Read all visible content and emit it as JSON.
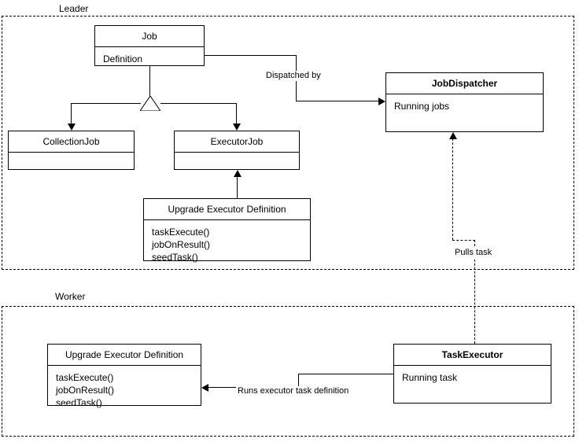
{
  "diagram": {
    "title": "Leader / Worker job execution class diagram",
    "line_color": "#000000",
    "background": "#ffffff"
  },
  "groups": [
    {
      "id": "leader",
      "label": "Leader"
    },
    {
      "id": "worker",
      "label": "Worker"
    }
  ],
  "classes": {
    "job": {
      "name": "Job",
      "bold_title": false,
      "members": [
        "Definition"
      ]
    },
    "job_dispatcher": {
      "name": "JobDispatcher",
      "bold_title": true,
      "members": [
        "Running jobs"
      ]
    },
    "collection_job": {
      "name": "CollectionJob",
      "bold_title": false,
      "members": []
    },
    "executor_job": {
      "name": "ExecutorJob",
      "bold_title": false,
      "members": []
    },
    "leader_upgrade_definition": {
      "name": "Upgrade Executor Definition",
      "bold_title": false,
      "members": [
        "taskExecute()",
        "jobOnResult()",
        "seedTask()"
      ]
    },
    "worker_upgrade_definition": {
      "name": "Upgrade Executor Definition",
      "bold_title": false,
      "members": [
        "taskExecute()",
        "jobOnResult()",
        "seedTask()"
      ]
    },
    "task_executor": {
      "name": "TaskExecutor",
      "bold_title": true,
      "members": [
        "Running task"
      ]
    }
  },
  "edges": {
    "dispatched_by": {
      "label": "Dispatched by",
      "style": "solid",
      "arrow": "open"
    },
    "pulls_task": {
      "label": "Pulls task",
      "style": "dashed",
      "arrow": "open"
    },
    "runs_executor_task_definition": {
      "label": "Runs executor task definition",
      "style": "solid",
      "arrow": "open"
    },
    "generalization": {
      "label": "",
      "style": "solid",
      "arrow": "hollow-triangle"
    },
    "implements_upgrade": {
      "label": "",
      "style": "solid",
      "arrow": "open"
    }
  }
}
